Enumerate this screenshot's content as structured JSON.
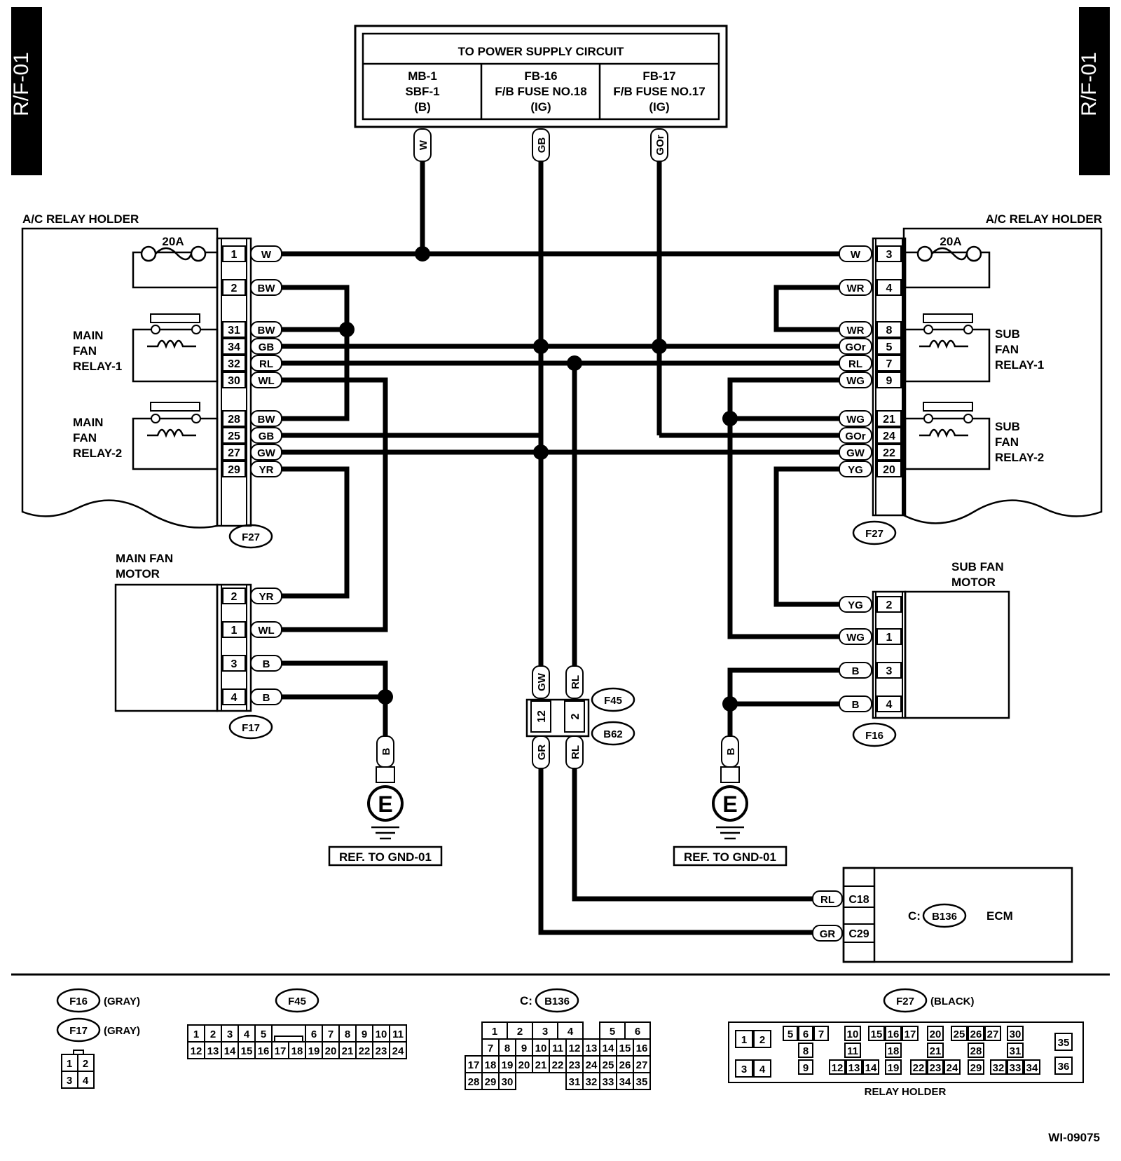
{
  "page_tag": "R/F-01",
  "figure_id": "WI-09075",
  "power": {
    "title": "TO POWER SUPPLY CIRCUIT",
    "cols": [
      [
        "MB-1",
        "SBF-1",
        "(B)"
      ],
      [
        "FB-16",
        "F/B FUSE NO.18",
        "(IG)"
      ],
      [
        "FB-17",
        "F/B FUSE NO.17",
        "(IG)"
      ]
    ],
    "wires": [
      "W",
      "GB",
      "GOr"
    ]
  },
  "left_holder": {
    "title": "A/C RELAY HOLDER",
    "fuse": "20A",
    "relay1": [
      "MAIN",
      "FAN",
      "RELAY-1"
    ],
    "relay2": [
      "MAIN",
      "FAN",
      "RELAY-2"
    ],
    "pins": [
      {
        "pin": "1",
        "wire": "W"
      },
      {
        "pin": "2",
        "wire": "BW"
      },
      {
        "pin": "31",
        "wire": "BW"
      },
      {
        "pin": "34",
        "wire": "GB"
      },
      {
        "pin": "32",
        "wire": "RL"
      },
      {
        "pin": "30",
        "wire": "WL"
      },
      {
        "pin": "28",
        "wire": "BW"
      },
      {
        "pin": "25",
        "wire": "GB"
      },
      {
        "pin": "27",
        "wire": "GW"
      },
      {
        "pin": "29",
        "wire": "YR"
      }
    ],
    "connector": "F27"
  },
  "right_holder": {
    "title": "A/C RELAY HOLDER",
    "fuse": "20A",
    "relay1": [
      "SUB",
      "FAN",
      "RELAY-1"
    ],
    "relay2": [
      "SUB",
      "FAN",
      "RELAY-2"
    ],
    "pins": [
      {
        "pin": "3",
        "wire": "W"
      },
      {
        "pin": "4",
        "wire": "WR"
      },
      {
        "pin": "8",
        "wire": "WR"
      },
      {
        "pin": "5",
        "wire": "GOr"
      },
      {
        "pin": "7",
        "wire": "RL"
      },
      {
        "pin": "9",
        "wire": "WG"
      },
      {
        "pin": "21",
        "wire": "WG"
      },
      {
        "pin": "24",
        "wire": "GOr"
      },
      {
        "pin": "22",
        "wire": "GW"
      },
      {
        "pin": "20",
        "wire": "YG"
      }
    ],
    "connector": "F27"
  },
  "main_motor": {
    "title": [
      "MAIN FAN",
      "MOTOR"
    ],
    "pins": [
      {
        "pin": "2",
        "wire": "YR"
      },
      {
        "pin": "1",
        "wire": "WL"
      },
      {
        "pin": "3",
        "wire": "B"
      },
      {
        "pin": "4",
        "wire": "B"
      }
    ],
    "connector": "F17"
  },
  "sub_motor": {
    "title": [
      "SUB FAN",
      "MOTOR"
    ],
    "pins": [
      {
        "pin": "2",
        "wire": "YG"
      },
      {
        "pin": "1",
        "wire": "WG"
      },
      {
        "pin": "3",
        "wire": "B"
      },
      {
        "pin": "4",
        "wire": "B"
      }
    ],
    "connector": "F16"
  },
  "ground": {
    "symbol": "E",
    "wire": "B",
    "ref": "REF. TO GND-01"
  },
  "junction": {
    "top_wires": [
      "GW",
      "RL"
    ],
    "pins": [
      "12",
      "2"
    ],
    "bottom_wires": [
      "GR",
      "RL"
    ],
    "connector_top": "F45",
    "connector_bottom": "B62"
  },
  "ecm": {
    "title": "ECM",
    "prefix": "C:",
    "connector": "B136",
    "pins": [
      {
        "pin": "C18",
        "wire": "RL"
      },
      {
        "pin": "C29",
        "wire": "GR"
      }
    ]
  },
  "legend": {
    "f16": {
      "name": "F16",
      "color": "(GRAY)"
    },
    "f17": {
      "name": "F17",
      "color": "(GRAY)"
    },
    "f16_17_grid": [
      [
        "1",
        "2"
      ],
      [
        "3",
        "4"
      ]
    ],
    "f45": {
      "name": "F45",
      "row1": [
        "1",
        "2",
        "3",
        "4",
        "5",
        "6",
        "7",
        "8",
        "9",
        "10",
        "11"
      ],
      "row2": [
        "12",
        "13",
        "14",
        "15",
        "16",
        "17",
        "18",
        "19",
        "20",
        "21",
        "22",
        "23",
        "24"
      ]
    },
    "b136": {
      "prefix": "C:",
      "name": "B136",
      "row1": [
        "1",
        "2",
        "3",
        "4",
        "5",
        "6"
      ],
      "row2": [
        "7",
        "8",
        "9",
        "10",
        "11",
        "12",
        "13",
        "14",
        "15",
        "16"
      ],
      "row3": [
        "17",
        "18",
        "19",
        "20",
        "21",
        "22",
        "23",
        "24",
        "25",
        "26",
        "27"
      ],
      "row4a": [
        "28",
        "29",
        "30"
      ],
      "row4b": [
        "31",
        "32",
        "33",
        "34",
        "35"
      ]
    },
    "f27": {
      "name": "F27",
      "color": "(BLACK)",
      "caption": "RELAY HOLDER",
      "pins": [
        "1",
        "2",
        "3",
        "4",
        "5",
        "6",
        "7",
        "8",
        "9",
        "10",
        "11",
        "12",
        "13",
        "14",
        "15",
        "16",
        "17",
        "18",
        "19",
        "20",
        "21",
        "22",
        "23",
        "24",
        "25",
        "26",
        "27",
        "28",
        "29",
        "30",
        "31",
        "32",
        "33",
        "34",
        "35",
        "36"
      ]
    }
  }
}
